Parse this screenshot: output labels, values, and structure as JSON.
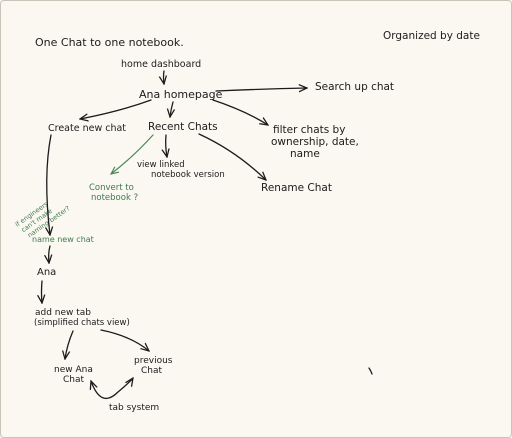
{
  "header": {
    "title": "One Chat to one notebook.",
    "subtitle": "Organized by date"
  },
  "nodes": {
    "home_dashboard": "home dashboard",
    "ana_homepage": "Ana homepage",
    "search_chat": "Search up chat",
    "create_chat": "Create new chat",
    "recent_chats": "Recent Chats",
    "filter_line1": "filter chats by",
    "filter_line2": "ownership, date,",
    "filter_line3": "name",
    "view_linked_line1": "view linked",
    "view_linked_line2": "notebook version",
    "rename_chat": "Rename Chat",
    "name_new_chat": "name new chat",
    "ana": "Ana",
    "add_tab_line1": "add new tab",
    "add_tab_line2": "(simplified chats view)",
    "new_ana_chat_line1": "new Ana",
    "new_ana_chat_line2": "Chat",
    "previous_chat_line1": "previous",
    "previous_chat_line2": "Chat",
    "tab_system": "tab system"
  },
  "notes": {
    "convert_line1": "Convert to",
    "convert_line2": "notebook ?",
    "engineers_line1": "if engineers",
    "engineers_line2": "can't make",
    "engineers_line3": "naming better?"
  },
  "colors": {
    "ink": "#1b1b1b",
    "note": "#3f7a4e",
    "paper": "#fbf8f1"
  }
}
